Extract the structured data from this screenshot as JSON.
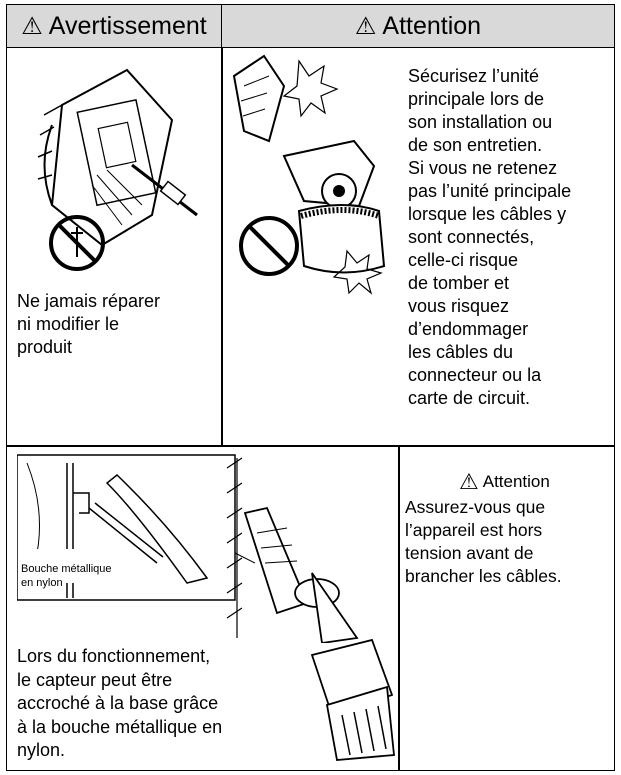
{
  "header": {
    "warning_label": "Avertissement",
    "attention_label": "Attention"
  },
  "cell_repair": {
    "text": "Ne jamais réparer\nni modifier le\nproduit"
  },
  "cell_secure": {
    "text": "Sécurisez l’unité\nprincipale lors de\nson installation ou\nde son entretien.\nSi vous ne retenez\npas l’unité principale\nlorsque les câbles y\nsont connectés,\ncelle-ci risque\nde tomber et\nvous risquez\nd’endommager\nles câbles du\nconnecteur ou la\ncarte de circuit."
  },
  "cell_hook": {
    "callout_label": "Bouche métallique\nen nylon",
    "text": "Lors du fonctionnement,\nle capteur peut être\naccroché à la base grâce\nà la bouche métallique en\nnylon."
  },
  "cell_power": {
    "attention_label": "Attention",
    "text": "Assurez-vous que\nl’appareil est hors\ntension avant de\nbrancher les câbles."
  }
}
